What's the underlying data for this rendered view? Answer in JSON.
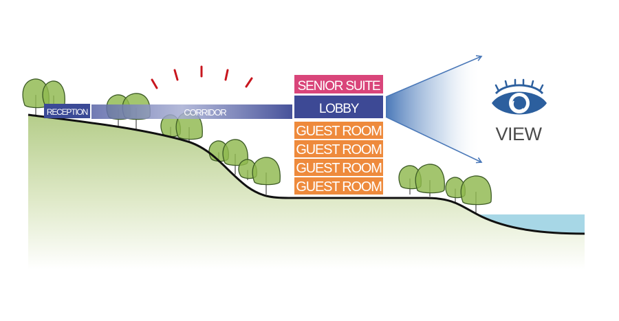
{
  "diagram": {
    "type": "site-section",
    "spaces": {
      "reception": "RECEPTION",
      "corridor": "CORRIDOR",
      "senior_suite": "SENIOR SUITE",
      "lobby": "LOBBY",
      "guest_rooms": [
        "GUEST ROOM",
        "GUEST ROOM",
        "GUEST ROOM",
        "GUEST ROOM"
      ]
    },
    "view": {
      "label": "VIEW",
      "icon": "eye-icon"
    },
    "sun_icon": "sun-rays-icon",
    "colors": {
      "reception": "#3b4a96",
      "corridor_start": "#5a66a8",
      "corridor_end": "#3b4a96",
      "senior_suite": "#d9457a",
      "lobby": "#3d4995",
      "guest_room": "#ee8a3c",
      "view_cone": "#4a78b8",
      "eye": "#2c5f9e",
      "sun_rays": "#c8161e",
      "tree_fill": "#8fb84e",
      "ground": "#b9d08f",
      "water": "#a7d7e6"
    }
  }
}
